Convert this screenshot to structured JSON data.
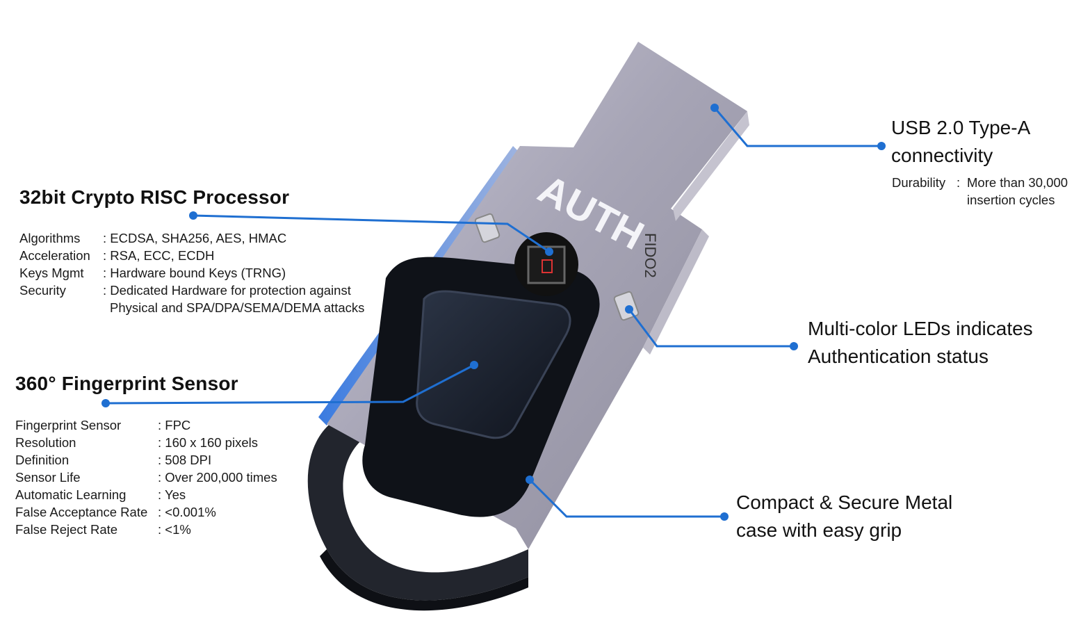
{
  "colors": {
    "accent": "#1f6fd1",
    "metal": "#9a98a8",
    "sensor": "#1c2230",
    "ring": "#22252d"
  },
  "device": {
    "brand_text": "AUTH",
    "model_text": "FIDO2"
  },
  "processor": {
    "title": "32bit Crypto RISC Processor",
    "specs": [
      {
        "label": "Algorithms",
        "value": ": ECDSA, SHA256, AES, HMAC"
      },
      {
        "label": "Acceleration",
        "value": ": RSA, ECC, ECDH"
      },
      {
        "label": "Keys Mgmt",
        "value": ": Hardware bound Keys (TRNG)"
      },
      {
        "label": "Security",
        "value": ": Dedicated Hardware for protection against"
      },
      {
        "label": "",
        "value": "Physical and SPA/DPA/SEMA/DEMA attacks"
      }
    ]
  },
  "fingerprint": {
    "title": "360° Fingerprint Sensor",
    "specs": [
      {
        "label": "Fingerprint Sensor",
        "value": ": FPC"
      },
      {
        "label": "Resolution",
        "value": ": 160 x 160 pixels"
      },
      {
        "label": "Definition",
        "value": ": 508 DPI"
      },
      {
        "label": "Sensor Life",
        "value": ": Over 200,000 times"
      },
      {
        "label": "Automatic Learning",
        "value": ": Yes"
      },
      {
        "label": "False Acceptance Rate",
        "value": ": <0.001%"
      },
      {
        "label": "False Reject Rate",
        "value": ": <1%"
      }
    ]
  },
  "usb": {
    "title_line1": "USB 2.0 Type-A",
    "title_line2": "connectivity",
    "durability_label": "Durability",
    "durability_sep": ":",
    "durability_line1": "More than 30,000",
    "durability_line2": "insertion cycles"
  },
  "leds": {
    "line1": "Multi-color LEDs indicates",
    "line2": "Authentication status"
  },
  "case": {
    "line1": "Compact & Secure Metal",
    "line2": "case with easy grip"
  }
}
